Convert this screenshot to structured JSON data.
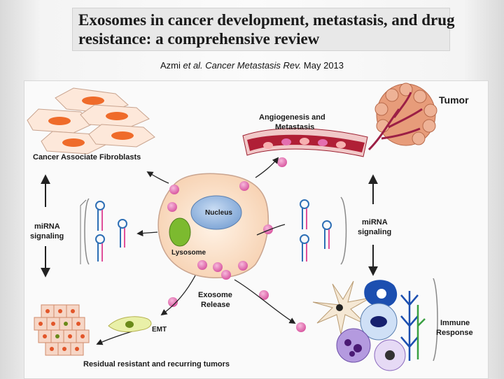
{
  "title": {
    "line1": "Exosomes in cancer development, metastasis, and drug",
    "line2": "resistance: a comprehensive review"
  },
  "citation": {
    "authors": "Azmi ",
    "etal": "et al.",
    "journal": " Cancer Metastasis Rev.",
    "date": " May 2013"
  },
  "figure": {
    "labels": {
      "caf": "Cancer Associate Fibroblasts",
      "angio_line1": "Angiogenesis and",
      "angio_line2": "Metastasis",
      "tumor": "Tumor",
      "mirna_left_1": "miRNA",
      "mirna_left_2": "signaling",
      "mirna_right_1": "miRNA",
      "mirna_right_2": "signaling",
      "nucleus": "Nucleus",
      "lysosome": "Lysosome",
      "exo_release_1": "Exosome",
      "exo_release_2": "Release",
      "emt": "EMT",
      "immune_1": "Immune",
      "immune_2": "Response",
      "residual": "Residual resistant and recurring tumors"
    },
    "colors": {
      "exosome": "#e46fb0",
      "cell_body": "#fbe3cf",
      "nucleus": "#8fb3df",
      "lysosome": "#7cba2f",
      "vessel": "#b01f36",
      "tumor": "#e79c7a",
      "fibroblast_nucleus": "#ef6b2a"
    }
  }
}
